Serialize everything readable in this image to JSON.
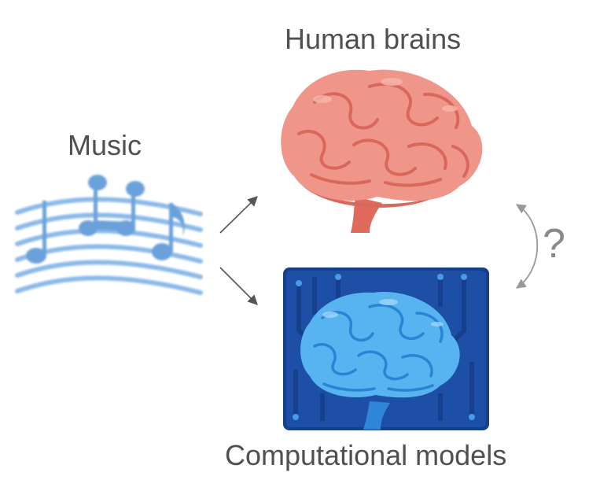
{
  "diagram": {
    "labels": {
      "human_brains": "Human brains",
      "music": "Music",
      "computational_models": "Computational models",
      "question": "?"
    },
    "nodes": [
      {
        "id": "music",
        "icon": "music-staff-icon"
      },
      {
        "id": "human_brains",
        "icon": "human-brain-icon"
      },
      {
        "id": "computational_models",
        "icon": "circuit-brain-icon"
      }
    ],
    "edges": [
      {
        "from": "music",
        "to": "human_brains",
        "style": "arrow"
      },
      {
        "from": "music",
        "to": "computational_models",
        "style": "arrow"
      },
      {
        "from": "human_brains",
        "to": "computational_models",
        "style": "double-arrow-curved",
        "label": "?"
      }
    ],
    "colors": {
      "text": "#505050",
      "question": "#8a8a8a",
      "music": "#6fa6de",
      "brain_pink": "#f0958a",
      "brain_dark": "#d9685c",
      "circuit_bg": "#163f8c",
      "circuit_brain": "#58b4f0"
    }
  }
}
